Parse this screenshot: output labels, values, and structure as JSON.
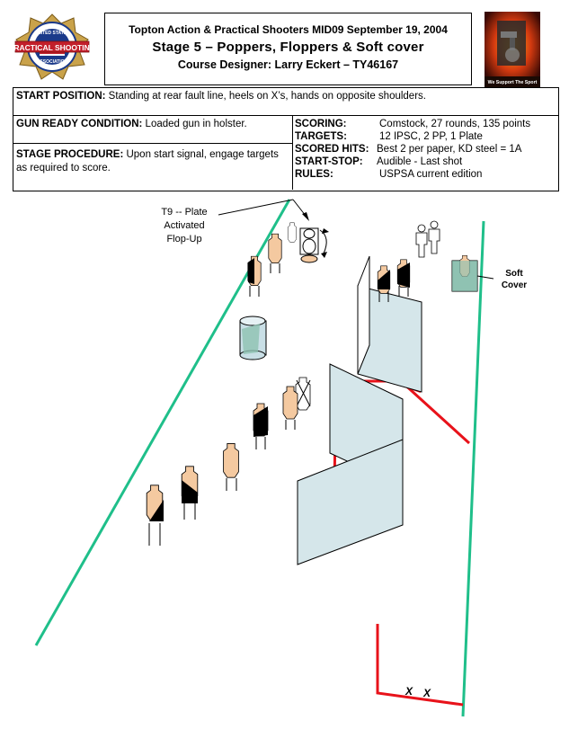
{
  "header": {
    "line1": "Topton Action & Practical Shooters MID09 September 19, 2004",
    "line2": "Stage 5 – Poppers, Floppers & Soft cover",
    "line3": "Course Designer: Larry Eckert – TY46167"
  },
  "logos": {
    "left_text_top": "UNITED STATES",
    "left_text_mid": "PRACTICAL SHOOTING",
    "left_text_bottom": "ASSOCIATION",
    "right_text": "We Support The Sport"
  },
  "info": {
    "start_position": {
      "label": "START POSITION:",
      "value": " Standing at rear fault line, heels on X’s, hands on opposite shoulders."
    },
    "gun_ready": {
      "label": "GUN READY CONDITION:",
      "value": " Loaded gun in holster."
    },
    "procedure": {
      "label": "STAGE PROCEDURE:",
      "value": " Upon start signal, engage targets as required to score."
    },
    "scoring": {
      "label": "SCORING:",
      "value": "Comstock, 27 rounds, 135 points"
    },
    "targets": {
      "label": "TARGETS:",
      "value": "12 IPSC, 2 PP, 1 Plate"
    },
    "scored_hits": {
      "label": "SCORED HITS:",
      "value": "Best 2 per paper, KD steel = 1A"
    },
    "start_stop": {
      "label": "START-STOP:",
      "value": "Audible - Last shot"
    },
    "rules": {
      "label": "RULES:",
      "value": "USPSA current edition"
    }
  },
  "diagram": {
    "t9_label_line1": "T9 -- Plate",
    "t9_label_line2": "Activated",
    "t9_label_line3": "Flop-Up",
    "soft_cover_line1": "Soft",
    "soft_cover_line2": "Cover",
    "start_mark_1": "X",
    "start_mark_2": "X"
  },
  "colors": {
    "fault_line": "#1fbf8a",
    "red_line": "#e8121a",
    "target_tan": "#f4c9a0",
    "wall_fill": "#d5e6ea",
    "soft_cover": "#8fc2b2"
  }
}
